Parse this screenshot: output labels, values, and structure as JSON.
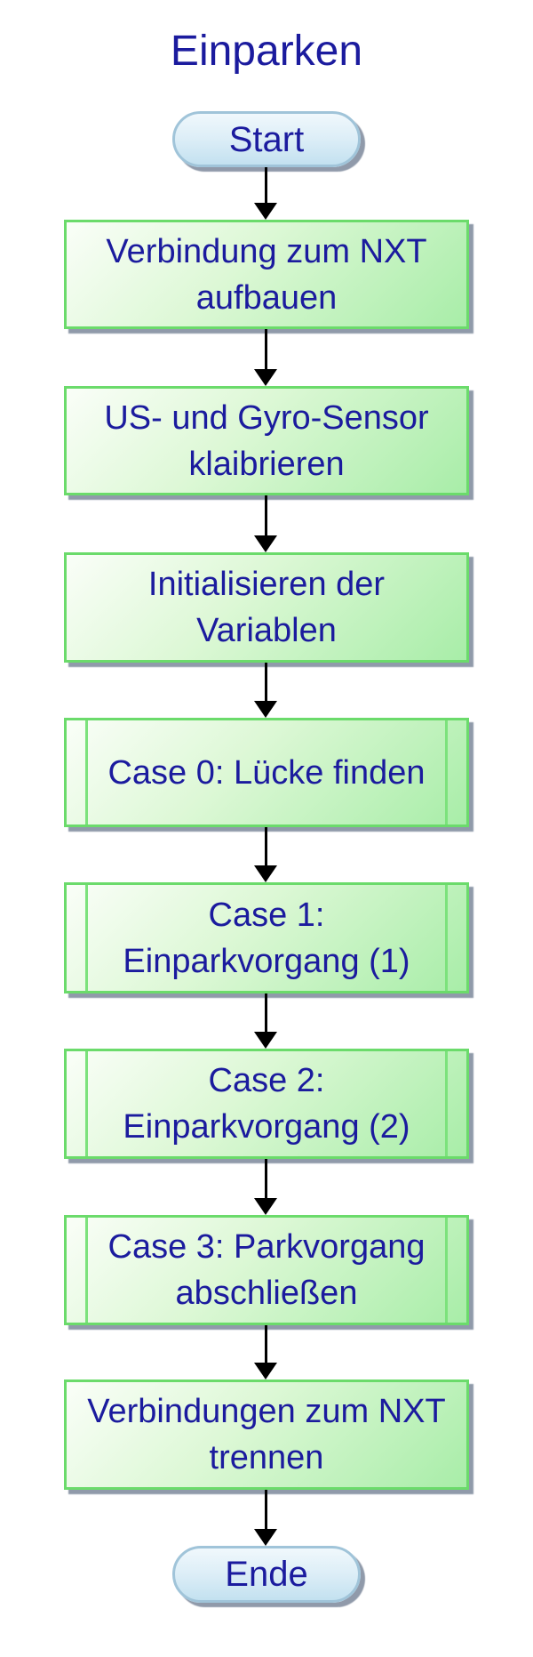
{
  "title": "Einparken",
  "colors": {
    "text": "#1b1b9e",
    "process_border": "#6bdb6b",
    "process_fill_light": "#fafef8",
    "process_fill_dark": "#a8eda8",
    "subroutine_bar": "#7ce27c",
    "terminal_border": "#a0c4d9",
    "terminal_fill_light": "#f0f8fc",
    "terminal_fill_dark": "#c3e1f0",
    "arrow": "#000000",
    "shadow": "#7d889b",
    "background": "#ffffff"
  },
  "nodes": [
    {
      "id": "start",
      "type": "terminal",
      "lines": [
        "Start"
      ]
    },
    {
      "id": "connect-nxt",
      "type": "process",
      "lines": [
        "Verbindung zum NXT",
        "aufbauen"
      ]
    },
    {
      "id": "calibrate-sensors",
      "type": "process",
      "lines": [
        "US- und Gyro-Sensor",
        "klaibrieren"
      ]
    },
    {
      "id": "init-variables",
      "type": "process",
      "lines": [
        "Initialisieren der",
        "Variablen"
      ]
    },
    {
      "id": "case-0",
      "type": "subroutine",
      "lines": [
        "Case 0: Lücke finden"
      ]
    },
    {
      "id": "case-1",
      "type": "subroutine",
      "lines": [
        "Case 1:",
        "Einparkvorgang (1)"
      ]
    },
    {
      "id": "case-2",
      "type": "subroutine",
      "lines": [
        "Case 2:",
        "Einparkvorgang (2)"
      ]
    },
    {
      "id": "case-3",
      "type": "subroutine",
      "lines": [
        "Case 3: Parkvorgang",
        "abschließen"
      ]
    },
    {
      "id": "disconnect-nxt",
      "type": "process",
      "lines": [
        "Verbindungen zum NXT",
        "trennen"
      ]
    },
    {
      "id": "end",
      "type": "terminal",
      "lines": [
        "Ende"
      ]
    }
  ]
}
